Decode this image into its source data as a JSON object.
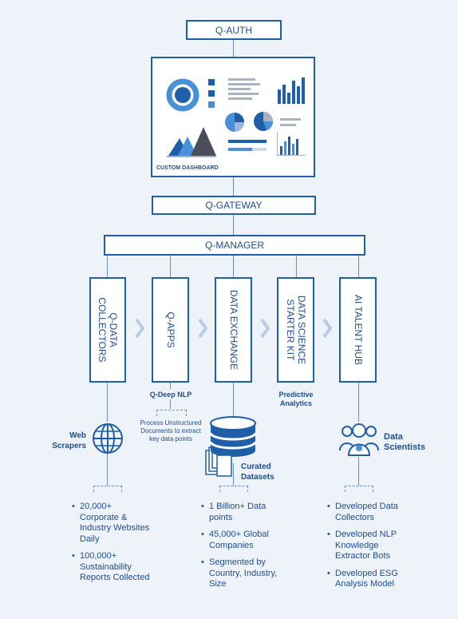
{
  "auth": "Q-AUTH",
  "dashboard_label": "CUSTOM DASHBOARD",
  "gateway": "Q-GATEWAY",
  "manager": "Q-MANAGER",
  "modules": [
    {
      "line1": "Q-DATA",
      "line2": "COLLECTORS"
    },
    {
      "line1": "Q-APPS",
      "line2": ""
    },
    {
      "line1": "DATA EXCHANGE",
      "line2": ""
    },
    {
      "line1": "DATA SCIENCE",
      "line2": "STARTER KIT"
    },
    {
      "line1": "AI TALENT HUB",
      "line2": ""
    }
  ],
  "qapps_sub": "Q-Deep NLP",
  "qapps_desc": [
    "Process Unstructured",
    "Documents to extract",
    "key data points"
  ],
  "dsk_sub": [
    "Predictive",
    "Analytics"
  ],
  "web_scrapers": [
    "Web",
    "Scrapers"
  ],
  "curated": [
    "Curated",
    "Datasets"
  ],
  "data_scientists": [
    "Data",
    "Scientists"
  ],
  "col1_bullets": [
    "20,000+ Corporate & Industry Websites Daily",
    "100,000+ Sustainability Reports Collected"
  ],
  "col2_bullets": [
    "1 Billion+ Data points",
    "45,000+ Global Companies",
    "Segmented by Country, Industry, Size"
  ],
  "col3_bullets": [
    "Developed Data Collectors",
    "Developed NLP Knowledge Extractor Bots",
    "Developed ESG Analysis Model"
  ]
}
